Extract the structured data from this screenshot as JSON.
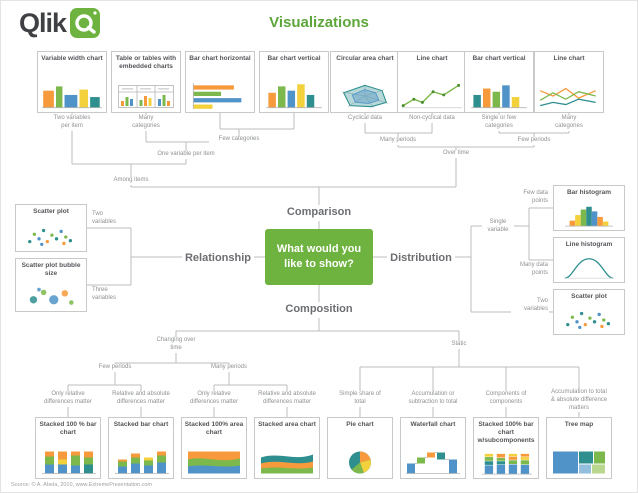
{
  "header": {
    "logo_text": "Qlik",
    "title": "Visualizations"
  },
  "center": {
    "question": "What would you\nlike to show?",
    "comparison_label": "Comparison",
    "relationship_label": "Relationship",
    "distribution_label": "Distribution",
    "composition_label": "Composition"
  },
  "comparison": {
    "cards": [
      {
        "title": "Variable width chart",
        "caption": "Two variables per item"
      },
      {
        "title": "Table or tables with embedded charts",
        "caption": "Many categories"
      },
      {
        "title": "Bar chart horizontal"
      },
      {
        "title": "Bar chart vertical"
      },
      {
        "title": "Circular area chart",
        "caption": "Cyclical data"
      },
      {
        "title": "Line chart",
        "caption": "Non-cyclical data"
      },
      {
        "title": "Bar chart vertical",
        "caption": "Single or few categories"
      },
      {
        "title": "Line chart",
        "caption": "Many categories"
      }
    ],
    "labels": {
      "few_categories": "Few categories",
      "one_variable_per_item": "One variable per item",
      "among_items": "Among items",
      "many_periods": "Many periods",
      "few_periods": "Few periods",
      "over_time": "Over time"
    }
  },
  "relationship": {
    "cards": [
      {
        "title": "Scatter plot",
        "caption": "Two variables"
      },
      {
        "title": "Scatter plot bubble size",
        "caption": "Three variables"
      }
    ]
  },
  "distribution": {
    "labels": {
      "single_variable": "Single variable"
    },
    "cards": [
      {
        "title": "Bar histogram",
        "caption": "Few data points"
      },
      {
        "title": "Line histogram",
        "caption": "Many data points"
      },
      {
        "title": "Scatter plot",
        "caption": "Two variables"
      }
    ]
  },
  "composition": {
    "labels": {
      "changing_over_time": "Changing over time",
      "static": "Static",
      "few_periods": "Few periods",
      "many_periods": "Many periods"
    },
    "cards": [
      {
        "title": "Stacked 100 % bar chart",
        "caption": "Only relative differences matter"
      },
      {
        "title": "Stacked bar chart",
        "caption": "Relative and absolute differences matter"
      },
      {
        "title": "Stacked 100% area chart",
        "caption": "Only relative differences matter"
      },
      {
        "title": "Stacked area chart",
        "caption": "Relative and absolute differences matter"
      },
      {
        "title": "Pie chart",
        "caption": "Simple share of total"
      },
      {
        "title": "Waterfall chart",
        "caption": "Accumulation or subtraction to total"
      },
      {
        "title": "Stacked 100% bar chart w/subcomponents",
        "caption": "Components of components"
      },
      {
        "title": "Tree map",
        "caption": "Accumulation to total & absolute difference matters"
      }
    ]
  },
  "footer": {
    "source": "Source: © A. Abela, 2010, www.ExtremePresentation.com"
  },
  "colors": {
    "brand_green": "#6eb33f",
    "orange": "#f79a3b",
    "green": "#7cb84b",
    "blue": "#4f93c8",
    "yellow": "#f2d13d",
    "teal": "#2f8f8f"
  }
}
